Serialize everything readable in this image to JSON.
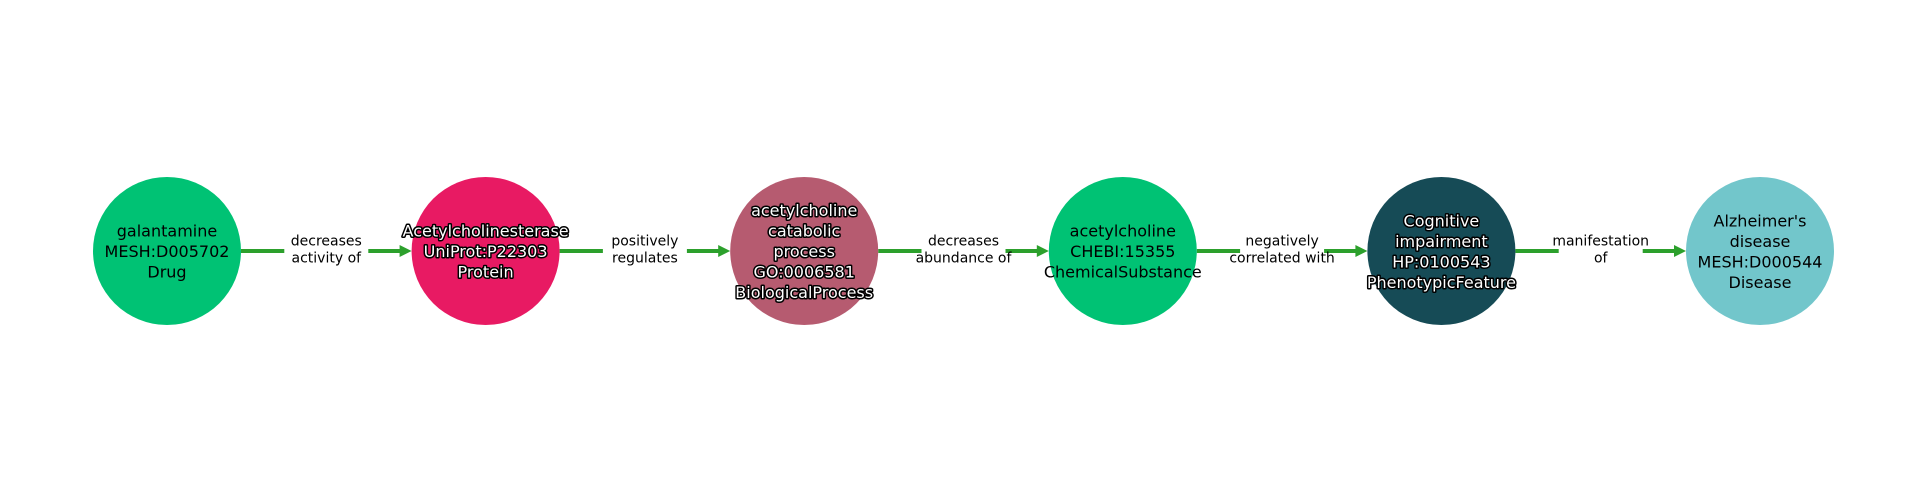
{
  "diagram": {
    "type": "knowledge-graph-path",
    "edge_color": "#2ca02c",
    "nodes": [
      {
        "id": "n0",
        "lines": [
          "galantamine",
          "MESH:D005702",
          "Drug"
        ],
        "name": "galantamine",
        "curie": "MESH:D005702",
        "category": "Drug",
        "color": "#00c274",
        "text_style": "dark"
      },
      {
        "id": "n1",
        "lines": [
          "Acetylcholinesterase",
          "UniProt:P22303",
          "Protein"
        ],
        "name": "Acetylcholinesterase",
        "curie": "UniProt:P22303",
        "category": "Protein",
        "color": "#e81a63",
        "text_style": "light"
      },
      {
        "id": "n2",
        "lines": [
          "acetylcholine",
          "catabolic",
          "process",
          "GO:0006581",
          "BiologicalProcess"
        ],
        "name": "acetylcholine catabolic process",
        "curie": "GO:0006581",
        "category": "BiologicalProcess",
        "color": "#b65b70",
        "text_style": "light"
      },
      {
        "id": "n3",
        "lines": [
          "acetylcholine",
          "CHEBI:15355",
          "ChemicalSubstance"
        ],
        "name": "acetylcholine",
        "curie": "CHEBI:15355",
        "category": "ChemicalSubstance",
        "color": "#00c274",
        "text_style": "dark"
      },
      {
        "id": "n4",
        "lines": [
          "Cognitive",
          "impairment",
          "HP:0100543",
          "PhenotypicFeature"
        ],
        "name": "Cognitive impairment",
        "curie": "HP:0100543",
        "category": "PhenotypicFeature",
        "color": "#164b56",
        "text_style": "light"
      },
      {
        "id": "n5",
        "lines": [
          "Alzheimer's",
          "disease",
          "MESH:D000544",
          "Disease"
        ],
        "name": "Alzheimer's disease",
        "curie": "MESH:D000544",
        "category": "Disease",
        "color": "#72c6cb",
        "text_style": "dark"
      }
    ],
    "edges": [
      {
        "source": "n0",
        "target": "n1",
        "lines": [
          "decreases",
          "activity of"
        ],
        "label": "decreases activity of"
      },
      {
        "source": "n1",
        "target": "n2",
        "lines": [
          "positively",
          "regulates"
        ],
        "label": "positively regulates"
      },
      {
        "source": "n2",
        "target": "n3",
        "lines": [
          "decreases",
          "abundance of"
        ],
        "label": "decreases abundance of"
      },
      {
        "source": "n3",
        "target": "n4",
        "lines": [
          "negatively",
          "correlated with"
        ],
        "label": "negatively correlated with"
      },
      {
        "source": "n4",
        "target": "n5",
        "lines": [
          "manifestation",
          "of"
        ],
        "label": "manifestation of"
      }
    ]
  }
}
